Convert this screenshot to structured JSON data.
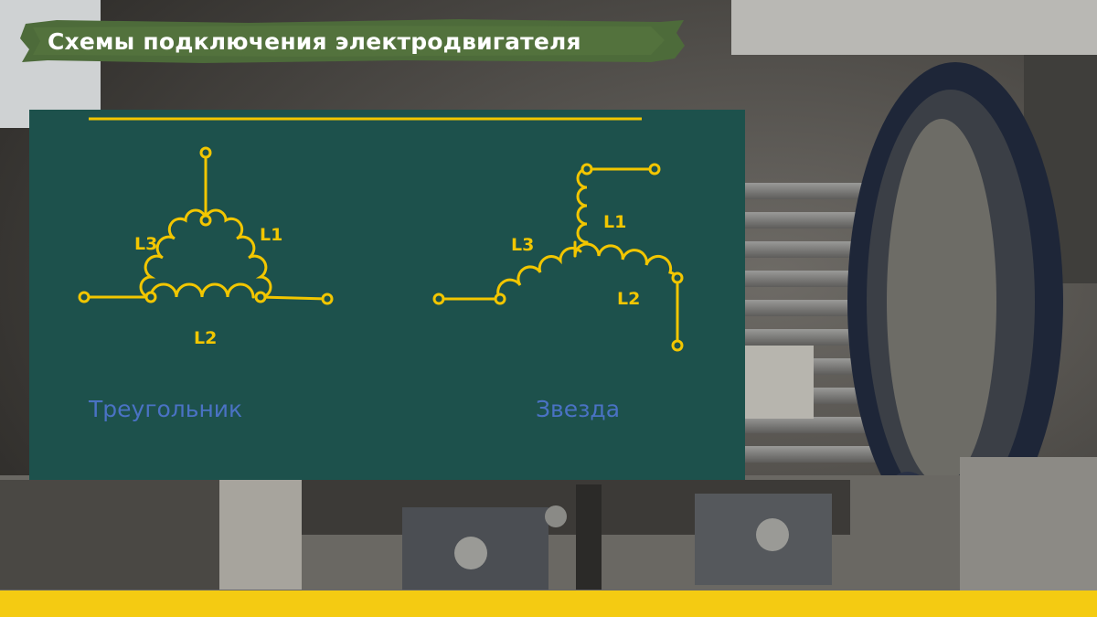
{
  "title": "Схемы подключения электродвигателя",
  "diagrams": {
    "triangle": {
      "caption": "Треугольник",
      "labels": {
        "l1": "L1",
        "l2": "L2",
        "l3": "L3"
      }
    },
    "star": {
      "caption": "Звезда",
      "labels": {
        "l1": "L1",
        "l2": "L2",
        "l3": "L3"
      }
    }
  },
  "colors": {
    "panel": "#1d514c",
    "wire": "#f2c600",
    "caption": "#4a72c4",
    "banner": "#4d6b3a",
    "accent_bar": "#f4cb12"
  }
}
